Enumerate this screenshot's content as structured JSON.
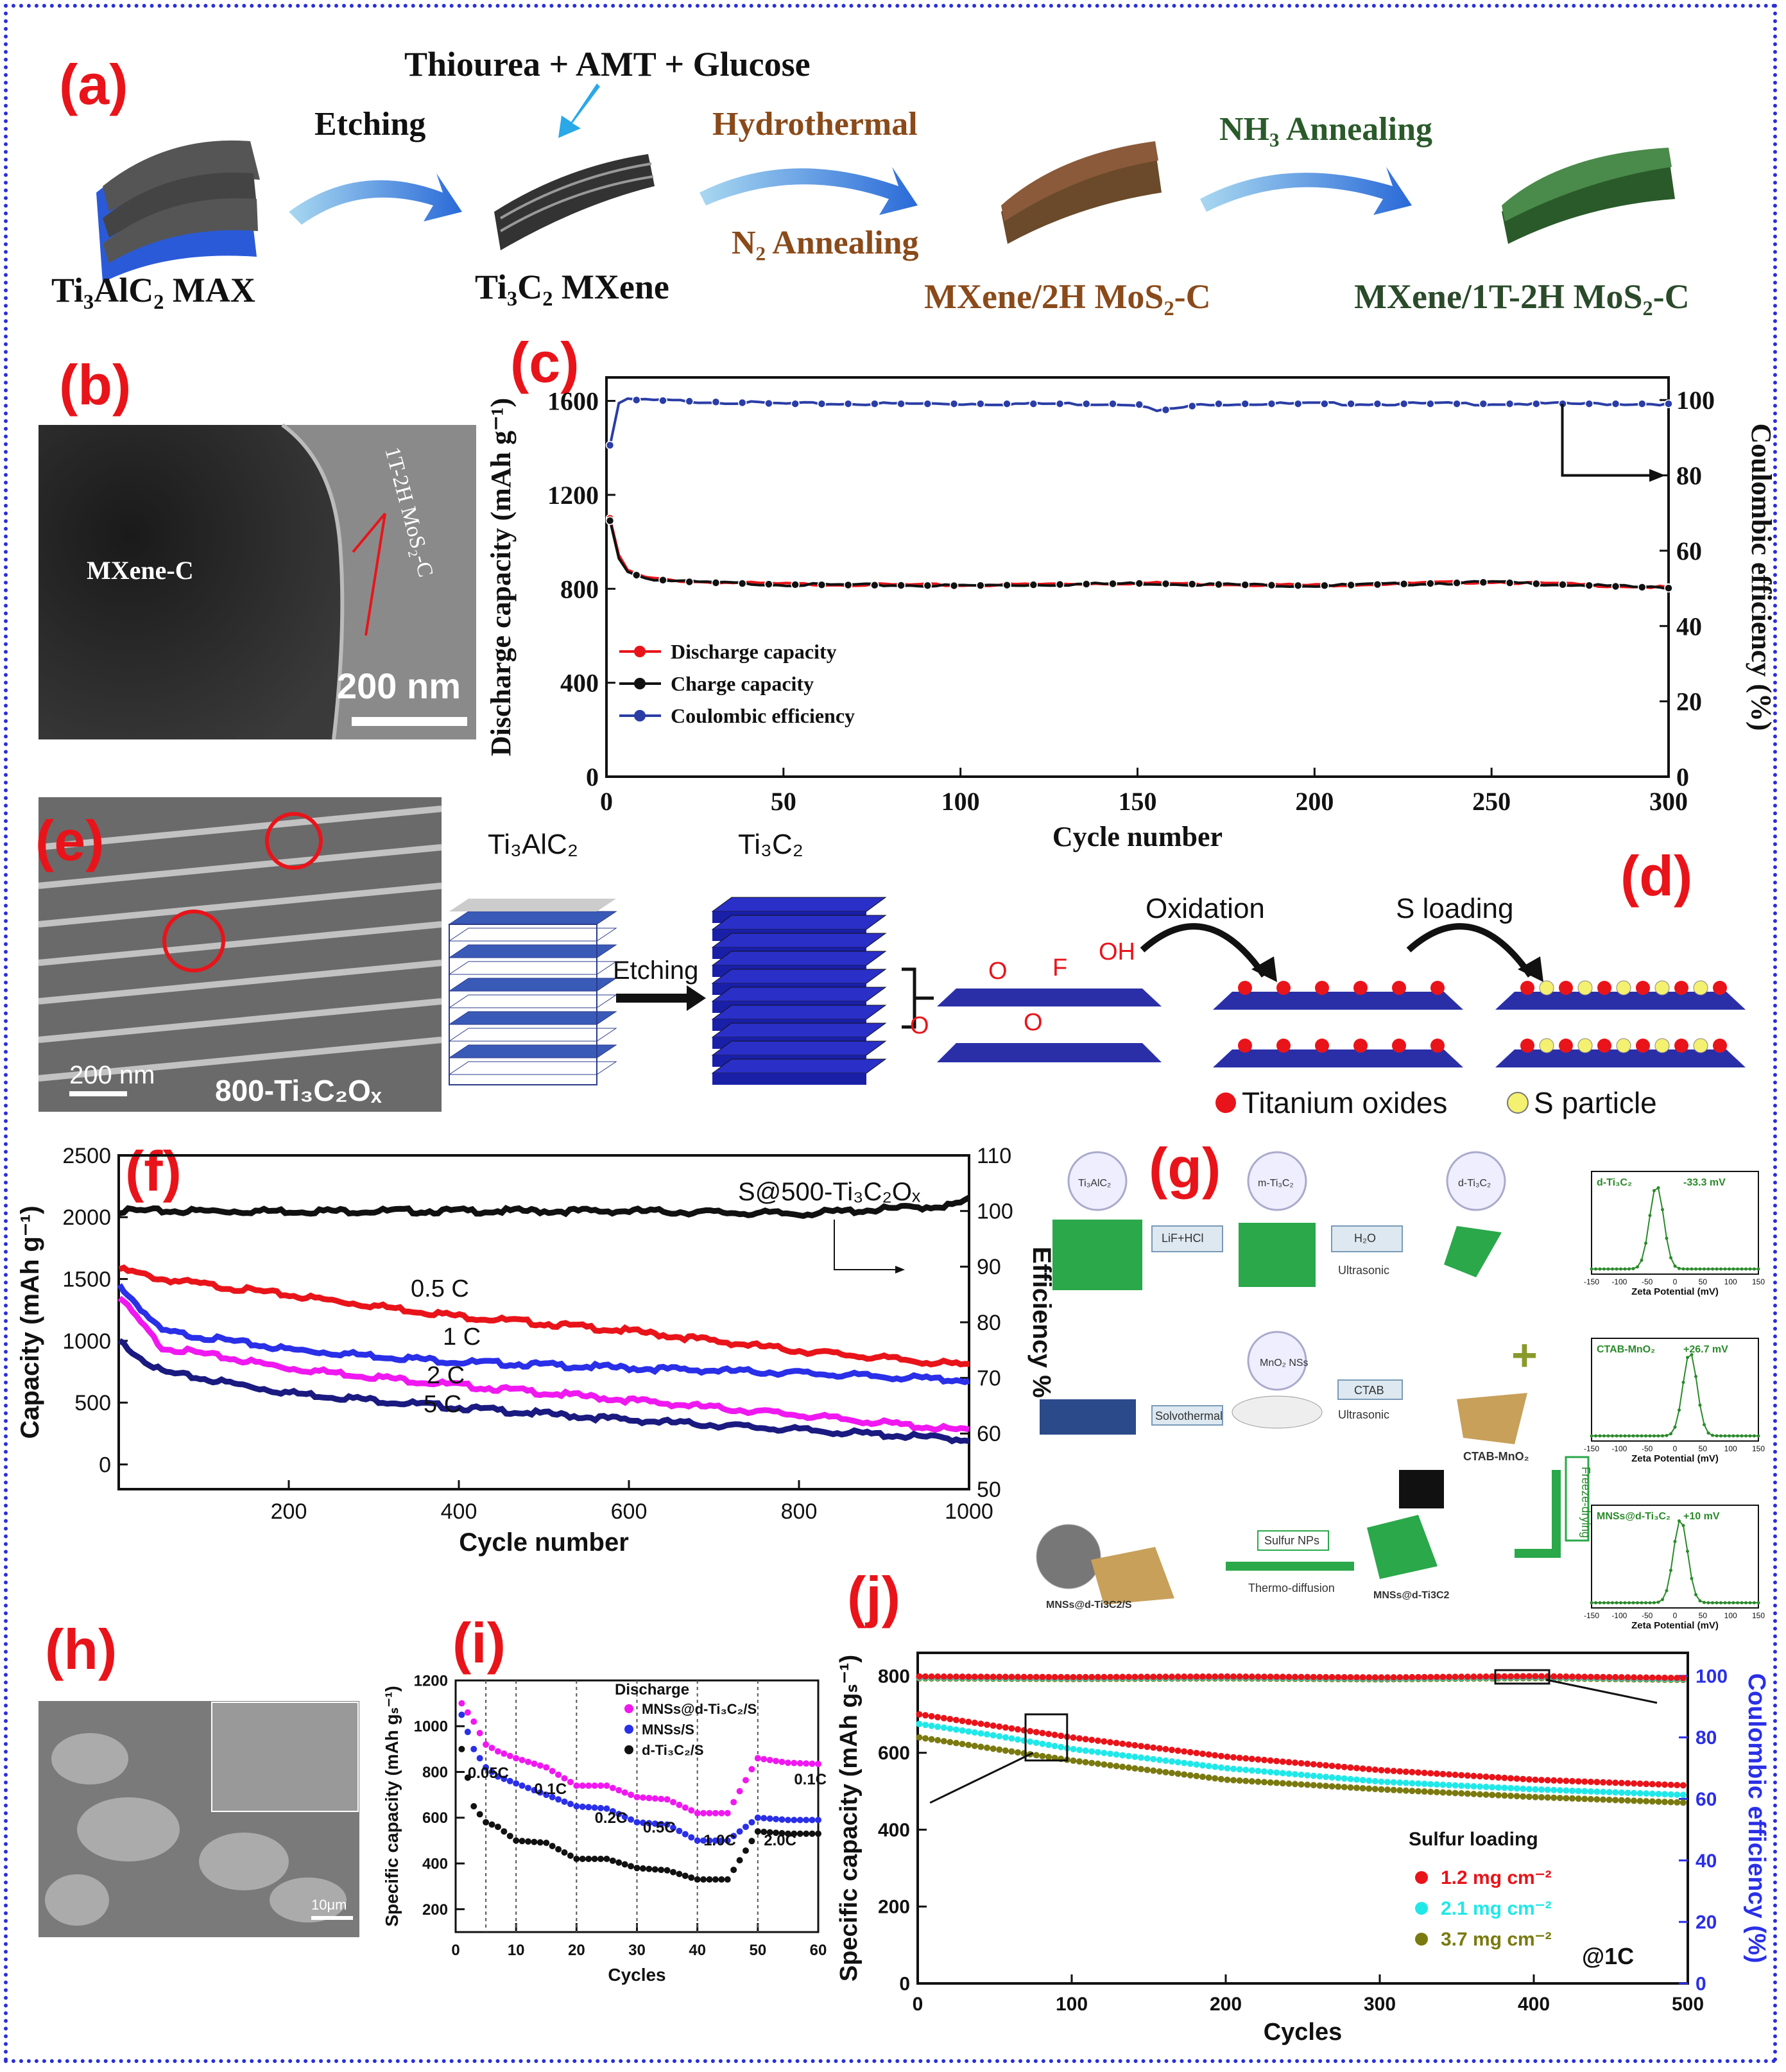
{
  "colors": {
    "red": "#e8141a",
    "blue": "#2a3da6",
    "black": "#111111",
    "magenta": "#f018f0",
    "navy": "#1a1a80",
    "cyan": "#20e8e8",
    "olive": "#7a7a10",
    "green": "#2a9a2a",
    "brown": "#8a4a1a",
    "darkgreen": "#2a4a2a",
    "border": "#2a2fd8"
  },
  "panel_a": {
    "label": "(a)",
    "reagents": "Thiourea + AMT + Glucose",
    "step1": "Etching",
    "step2": "Hydrothermal",
    "step2b": "N₂ Annealing",
    "step3": "NH₃ Annealing",
    "stage1": "Ti₃AlC₂ MAX",
    "stage2": "Ti₃C₂ MXene",
    "stage3": "MXene/2H MoS₂-C",
    "stage4": "MXene/1T-2H MoS₂-C"
  },
  "panel_b": {
    "label": "(b)",
    "region": "MXene-C",
    "edge": "1T-2H MoS₂-C",
    "scale": "200 nm"
  },
  "panel_e": {
    "label": "(e)",
    "scale": "200 nm",
    "sample": "800-Ti₃C₂Oₓ"
  },
  "panel_d": {
    "label": "(d)",
    "top1": "Ti₃AlC₂",
    "top2": "Ti₃C₂",
    "etch": "Etching",
    "oxidation": "Oxidation",
    "sloading": "S loading",
    "g1": "O",
    "g2": "F",
    "g3": "OH",
    "g4": "O",
    "g5": "O",
    "legend1": "Titanium oxides",
    "legend2": "S particle"
  },
  "panel_g": {
    "label": "(g)",
    "s1": "Ti₃AlC₂",
    "s2": "m-Ti₃C₂",
    "s3": "d-Ti₃C₂",
    "a1": "LiF+HCl",
    "a2": "H₂O",
    "a2b": "Ultrasonic",
    "s4": "MnO₂ NSs",
    "a3": "Solvothermal",
    "a4": "CTAB",
    "a4b": "Ultrasonic",
    "s5": "CTAB-MnO₂",
    "s6": "MNSs@d-Ti3C2",
    "s7": "MNSs@d-Ti3C2/S",
    "a5": "Sulfur NPs",
    "a5b": "Thermo-diffusion",
    "a6": "Freeze-drying",
    "z1": "d-Ti₃C₂",
    "z1v": "-33.3 mV",
    "z2": "CTAB-MnO₂",
    "z2v": "+26.7 mV",
    "z3": "MNSs@d-Ti₃C₂",
    "z3v": "+10 mV",
    "zx": "Zeta Potential (mV)",
    "zticks": [
      "-150",
      "-100",
      "-50",
      "0",
      "50",
      "100",
      "150"
    ]
  },
  "panel_h": {
    "label": "(h)",
    "scale1": "10μm"
  },
  "chart_data": [
    {
      "id": "c",
      "label": "(c)",
      "type": "line",
      "xlabel": "Cycle number",
      "ylabel": "Discharge capacity (mAh g⁻¹)",
      "y2label": "Coulombic efficiency (%)",
      "xlim": [
        0,
        300
      ],
      "ylim": [
        0,
        1700
      ],
      "y2lim": [
        0,
        106
      ],
      "xticks": [
        0,
        50,
        100,
        150,
        200,
        250,
        300
      ],
      "yticks": [
        0,
        400,
        800,
        1200,
        1600
      ],
      "y2ticks": [
        0,
        20,
        40,
        60,
        80,
        100
      ],
      "legend_position": "bottom-left",
      "series": [
        {
          "name": "Discharge capacity",
          "color": "#e8141a",
          "axis": "left",
          "x": [
            1,
            3,
            6,
            10,
            15,
            25,
            50,
            100,
            150,
            200,
            250,
            300
          ],
          "values": [
            1100,
            950,
            880,
            850,
            840,
            830,
            820,
            815,
            825,
            815,
            830,
            805
          ]
        },
        {
          "name": "Charge capacity",
          "color": "#111111",
          "axis": "left",
          "x": [
            1,
            3,
            6,
            10,
            15,
            25,
            50,
            100,
            150,
            200,
            250,
            300
          ],
          "values": [
            1090,
            945,
            875,
            848,
            838,
            828,
            818,
            813,
            823,
            813,
            828,
            803
          ]
        },
        {
          "name": "Coulombic efficiency",
          "color": "#2a3da6",
          "axis": "right",
          "x": [
            1,
            2,
            4,
            10,
            50,
            100,
            150,
            155,
            170,
            200,
            250,
            300
          ],
          "values": [
            88,
            96,
            100,
            100,
            99,
            99,
            99,
            97,
            99,
            99,
            99,
            99
          ]
        }
      ]
    },
    {
      "id": "f",
      "label": "(f)",
      "type": "line",
      "xlabel": "Cycle number",
      "ylabel": "Capacity (mAh g⁻¹)",
      "y2label": "Efficiency %",
      "title": "S@500-Ti₃C₂Oₓ",
      "xlim": [
        0,
        1000
      ],
      "ylim": [
        -200,
        2500
      ],
      "y2lim": [
        50,
        110
      ],
      "xticks": [
        200,
        400,
        600,
        800,
        1000
      ],
      "yticks": [
        0,
        500,
        1000,
        1500,
        2000,
        2500
      ],
      "y2ticks": [
        50,
        60,
        70,
        80,
        90,
        100,
        110
      ],
      "series": [
        {
          "name": "0.5 C",
          "color": "#e8141a",
          "x": [
            1,
            50,
            200,
            400,
            600,
            800,
            1000
          ],
          "values": [
            1580,
            1500,
            1370,
            1200,
            1080,
            920,
            800
          ]
        },
        {
          "name": "1 C",
          "color": "#2a2fe8",
          "x": [
            1,
            50,
            200,
            400,
            600,
            800,
            1000
          ],
          "values": [
            1450,
            1080,
            930,
            830,
            780,
            740,
            680
          ]
        },
        {
          "name": "2 C",
          "color": "#f018f0",
          "x": [
            1,
            50,
            200,
            400,
            600,
            800,
            1000
          ],
          "values": [
            1350,
            950,
            780,
            640,
            520,
            400,
            270
          ]
        },
        {
          "name": "5 C",
          "color": "#1a1a80",
          "x": [
            1,
            50,
            200,
            400,
            600,
            800,
            1000
          ],
          "values": [
            990,
            750,
            580,
            460,
            360,
            280,
            200
          ]
        },
        {
          "name": "Efficiency",
          "color": "#111111",
          "axis": "right",
          "x": [
            1,
            200,
            400,
            600,
            800,
            980,
            1000
          ],
          "values": [
            100,
            100,
            100,
            100,
            99.5,
            101,
            102
          ]
        }
      ]
    },
    {
      "id": "i",
      "label": "(i)",
      "type": "scatter",
      "xlabel": "Cycles",
      "ylabel": "Specific capacity (mAh gₛ⁻¹)",
      "legend_title": "Discharge",
      "xlim": [
        0,
        60
      ],
      "ylim": [
        100,
        1200
      ],
      "xticks": [
        0,
        10,
        20,
        30,
        40,
        50,
        60
      ],
      "yticks": [
        200,
        400,
        600,
        800,
        1000,
        1200
      ],
      "rates": [
        "0.05C",
        "0.1C",
        "0.2C",
        "0.5C",
        "1.0C",
        "2.0C",
        "0.1C"
      ],
      "series": [
        {
          "name": "MNSs@d-Ti₃C₂/S",
          "color": "#f018f0",
          "x": [
            1,
            3,
            5,
            7,
            10,
            15,
            20,
            25,
            30,
            35,
            40,
            45,
            50,
            55,
            60
          ],
          "values": [
            1100,
            1020,
            920,
            890,
            860,
            820,
            740,
            740,
            690,
            680,
            620,
            620,
            860,
            840,
            835
          ]
        },
        {
          "name": "MNSs/S",
          "color": "#2a2fe8",
          "x": [
            1,
            3,
            5,
            7,
            10,
            15,
            20,
            25,
            30,
            35,
            40,
            45,
            50,
            55,
            60
          ],
          "values": [
            1050,
            900,
            820,
            780,
            750,
            700,
            650,
            640,
            580,
            570,
            500,
            500,
            600,
            590,
            590
          ]
        },
        {
          "name": "d-Ti₃C₂/S",
          "color": "#111111",
          "x": [
            1,
            3,
            5,
            7,
            10,
            15,
            20,
            25,
            30,
            35,
            40,
            45,
            50,
            55,
            60
          ],
          "values": [
            900,
            650,
            580,
            560,
            500,
            490,
            420,
            420,
            380,
            370,
            330,
            330,
            540,
            530,
            530
          ]
        }
      ]
    },
    {
      "id": "j",
      "label": "(j)",
      "type": "scatter",
      "xlabel": "Cycles",
      "ylabel": "Specific capacity (mAh gₛ⁻¹)",
      "y2label": "Coulombic efficiency (%)",
      "legend_title": "Sulfur loading",
      "annotation": "@1C",
      "xlim": [
        0,
        500
      ],
      "ylim": [
        0,
        860
      ],
      "y2lim": [
        0,
        107.5
      ],
      "xticks": [
        0,
        100,
        200,
        300,
        400,
        500
      ],
      "yticks": [
        0,
        200,
        400,
        600,
        800
      ],
      "y2ticks": [
        0,
        20,
        40,
        60,
        80,
        100
      ],
      "series": [
        {
          "name": "1.2 mg cm⁻²",
          "color": "#e8141a",
          "x": [
            1,
            50,
            100,
            200,
            300,
            400,
            500
          ],
          "values": [
            700,
            670,
            640,
            590,
            555,
            530,
            515
          ]
        },
        {
          "name": "2.1 mg cm⁻²",
          "color": "#20e8e8",
          "x": [
            1,
            50,
            100,
            200,
            300,
            400,
            500
          ],
          "values": [
            675,
            645,
            610,
            560,
            525,
            505,
            490
          ]
        },
        {
          "name": "3.7 mg cm⁻²",
          "color": "#7a7a10",
          "x": [
            1,
            50,
            100,
            200,
            300,
            400,
            500
          ],
          "values": [
            640,
            610,
            580,
            530,
            505,
            485,
            470
          ]
        },
        {
          "name": "CE",
          "color": "#7a7a10",
          "axis": "right",
          "x": [
            1,
            100,
            200,
            300,
            400,
            500
          ],
          "values": [
            99.5,
            99.3,
            99.5,
            99.2,
            99.6,
            99.0
          ]
        }
      ]
    }
  ]
}
